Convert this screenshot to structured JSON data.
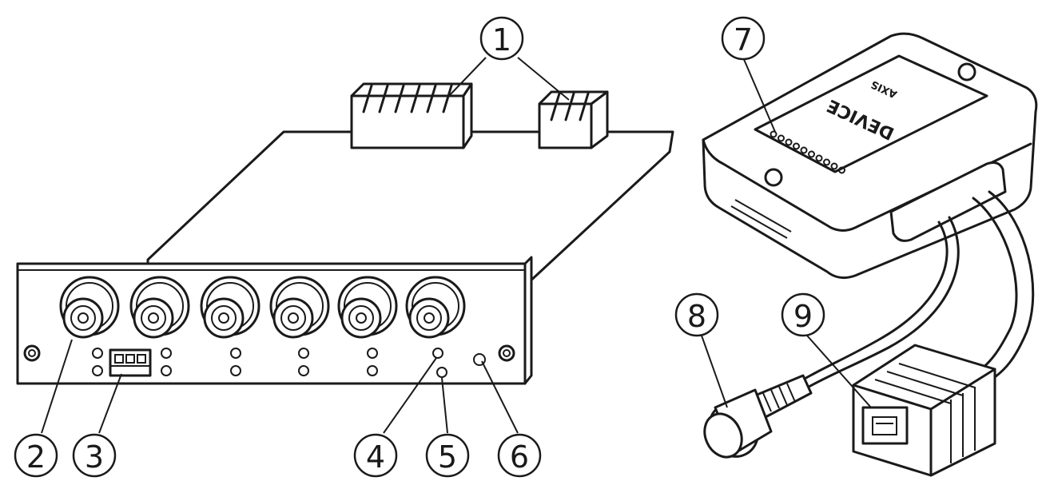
{
  "callouts": [
    {
      "id": "1",
      "label": "1"
    },
    {
      "id": "2",
      "label": "2"
    },
    {
      "id": "3",
      "label": "3"
    },
    {
      "id": "4",
      "label": "4"
    },
    {
      "id": "5",
      "label": "5"
    },
    {
      "id": "6",
      "label": "6"
    },
    {
      "id": "7",
      "label": "7"
    },
    {
      "id": "8",
      "label": "8"
    },
    {
      "id": "9",
      "label": "9"
    }
  ],
  "device_panel": {
    "brand": "AXIS",
    "device_text": "DEVICE"
  },
  "colors": {
    "line": "#1a1a1a",
    "background": "#ffffff"
  }
}
